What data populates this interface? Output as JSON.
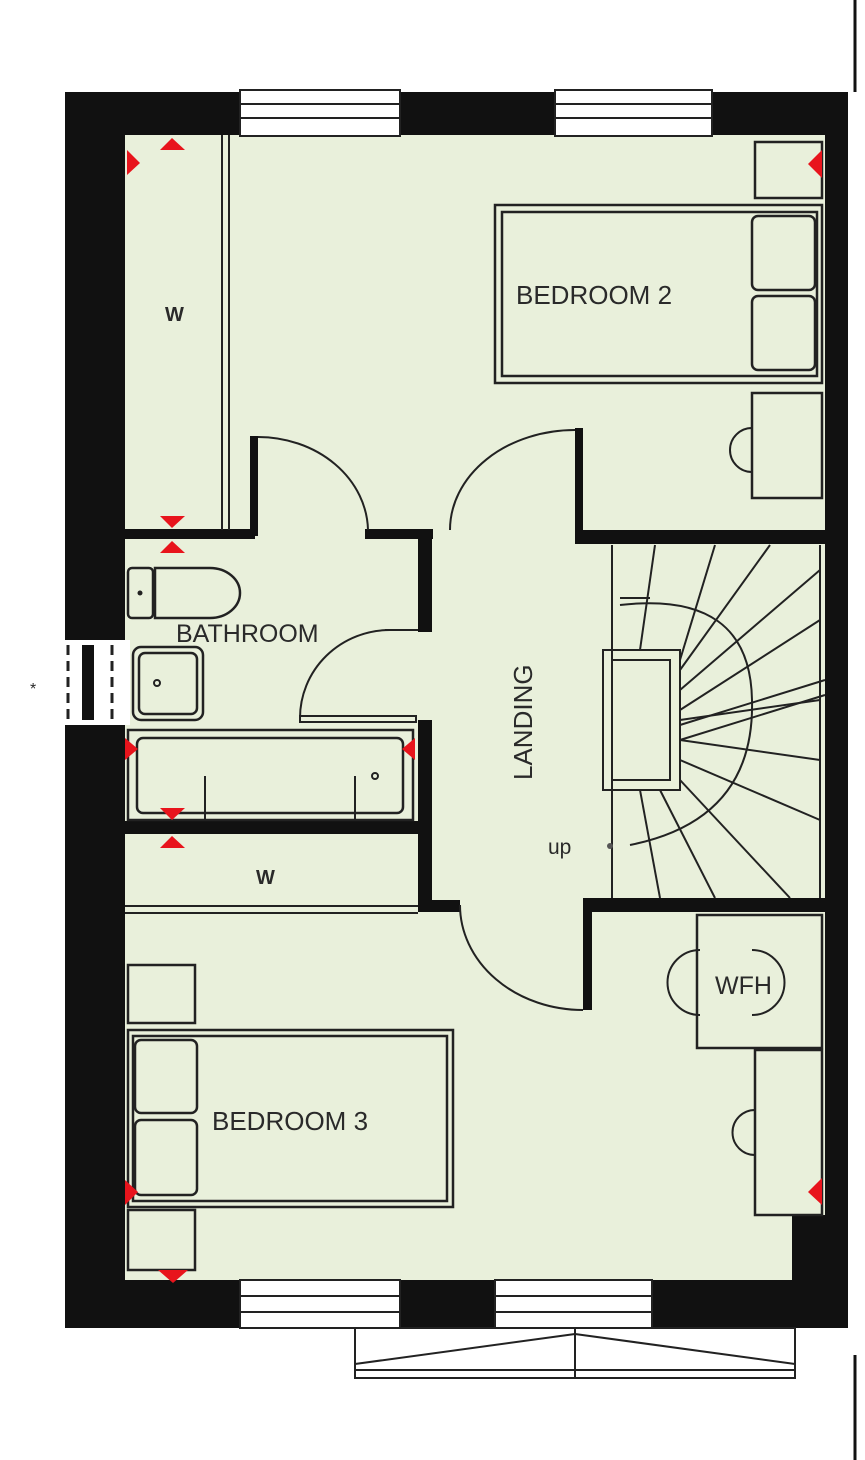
{
  "plan": {
    "rooms": {
      "bedroom2": "BEDROOM 2",
      "bedroom3": "BEDROOM 3",
      "bathroom": "BATHROOM",
      "landing": "LANDING",
      "wfh": "WFH",
      "wardrobe_top": "W",
      "wardrobe_mid": "W"
    },
    "stairs_label": "up",
    "window_marker": "*"
  },
  "colors": {
    "floor": "#e9f0db",
    "wall": "#111111",
    "arrow": "#e8141c"
  }
}
